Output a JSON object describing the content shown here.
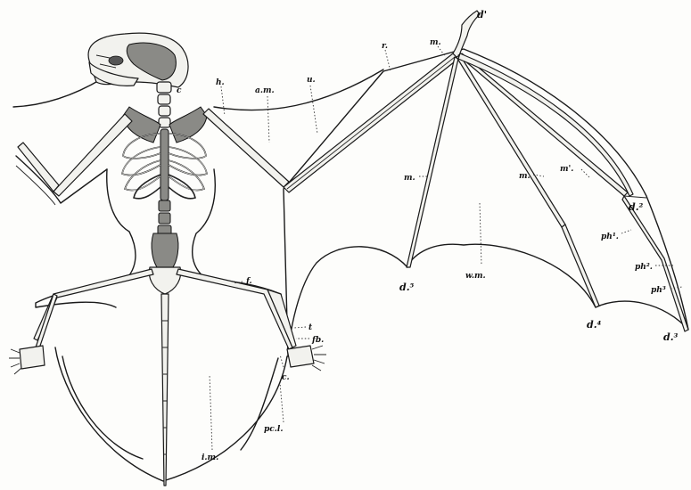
{
  "labels": {
    "d_prime": "d'",
    "m_top": "m.",
    "r": "r.",
    "u": "u.",
    "am": "a.m.",
    "h": "h.",
    "c_neck": "c",
    "m_wing": "m.",
    "m_d3_a": "m.",
    "m_d3_b": "m'.",
    "d2": "d.²",
    "ph1": "ph¹.",
    "ph2": "ph².",
    "ph3": "ph³",
    "wm": "w.m.",
    "d5": "d.⁵",
    "d4": "d.⁴",
    "d3": "d.³",
    "f": "f.",
    "t": "t",
    "fb": "fb.",
    "c_leg": "c.",
    "pcl": "pc.l.",
    "im": "i.m."
  }
}
